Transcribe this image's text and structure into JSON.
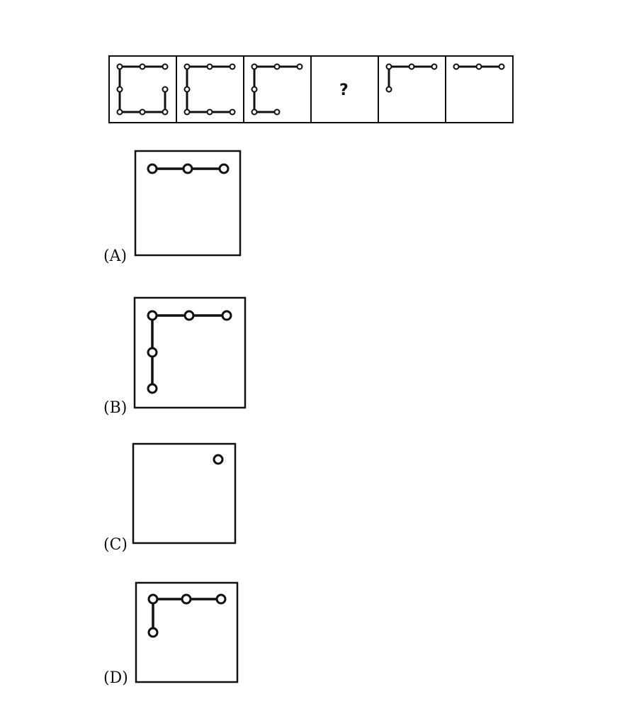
{
  "sequence": {
    "question_mark": "?"
  },
  "options": [
    {
      "label": "(A)"
    },
    {
      "label": "(B)"
    },
    {
      "label": "(C)"
    },
    {
      "label": "(D)"
    }
  ],
  "colors": {
    "ink": "#111111",
    "background": "#ffffff"
  }
}
